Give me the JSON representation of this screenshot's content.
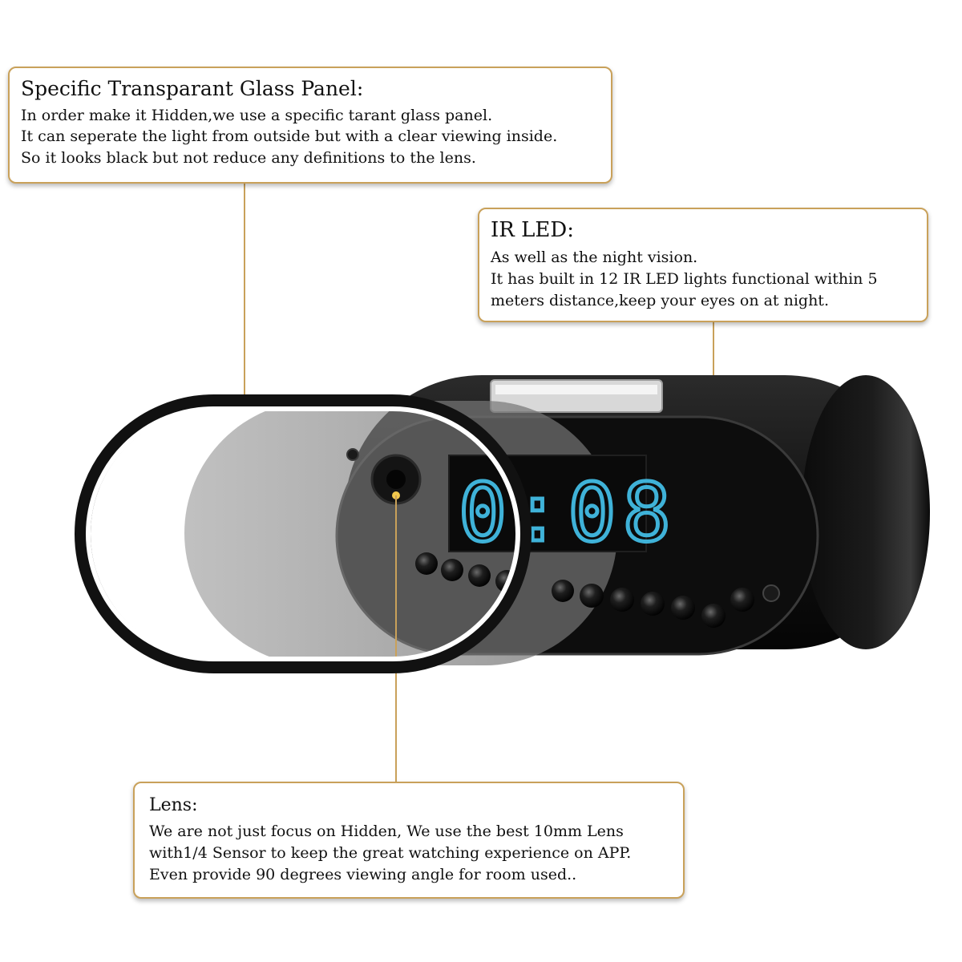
{
  "callouts": {
    "glass_panel": {
      "title": "Specific Transparant Glass Panel:",
      "lines": [
        "In order make it Hidden,we use a specific tarant glass panel.",
        "It can seperate the light from outside but with a clear viewing inside.",
        "So it looks black but not reduce any definitions to the lens."
      ]
    },
    "ir_led": {
      "title": "IR LED:",
      "lines": [
        "As well as the night vision.",
        "It has built in 12 IR LED lights functional within 5",
        "meters distance,keep your eyes on at night."
      ]
    },
    "lens": {
      "title": "Lens:",
      "lines": [
        "We are not just focus on Hidden, We use the best 10mm Lens",
        "with1/4 Sensor to keep the great watching experience on APP.",
        "Even provide 90 degrees viewing angle for room used.."
      ]
    }
  },
  "clock_display": "0:08",
  "colors": {
    "callout_border": "#c9a15a",
    "leader_line": "#c9a15a",
    "display_digits": "#3fb2d8",
    "device_body": "#151515"
  }
}
